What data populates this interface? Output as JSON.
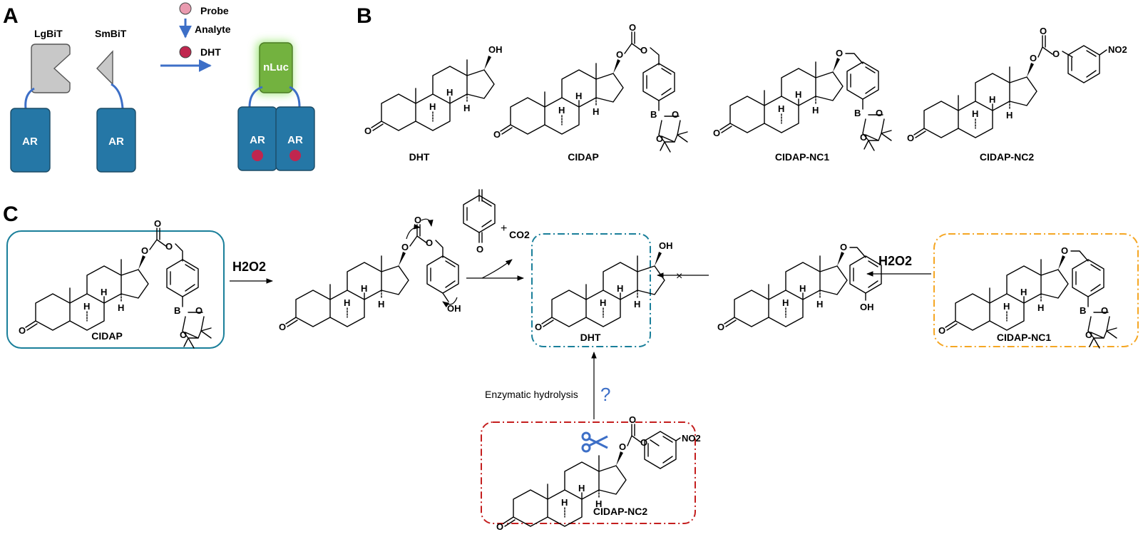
{
  "panels": {
    "a": "A",
    "b": "B",
    "c": "C"
  },
  "panel_a": {
    "lgbit": "LgBiT",
    "smbit": "SmBiT",
    "ar": "AR",
    "nluc": "nLuc",
    "legend_probe": "Probe",
    "legend_analyte": "Analyte",
    "legend_dht": "DHT"
  },
  "panel_b": {
    "captions": [
      "DHT",
      "CIDAP",
      "CIDAP-NC1",
      "CIDAP-NC2"
    ]
  },
  "panel_c": {
    "h2o2_left": "H2O2",
    "h2o2_right": "H2O2",
    "co2": "CO2",
    "plus": "+",
    "enzymatic": "Enzymatic hydrolysis",
    "question": "?",
    "box_cidap": "CIDAP",
    "box_dht": "DHT",
    "box_nc1": "CIDAP-NC1",
    "box_nc2": "CIDAP-NC2",
    "cross": "×"
  },
  "atoms": {
    "o": "O",
    "oh": "OH",
    "h": "H",
    "b": "B",
    "no2": "NO2"
  },
  "colors": {
    "ar_fill": "#2577a6",
    "ar_stroke": "#1b4b66",
    "lgbit_fill": "#c8c8c8",
    "linker": "#3d6fc7",
    "nluc_fill": "#73b23f",
    "nluc_glow": "#7be04a",
    "probe": "#e99aaf",
    "dht_dot": "#c0264f",
    "arrow_blue": "#3d6fc7",
    "box_teal": "#1a7f9a",
    "box_orange": "#f5a623",
    "box_red": "#c41e1e",
    "scissors": "#3d6fc7"
  }
}
